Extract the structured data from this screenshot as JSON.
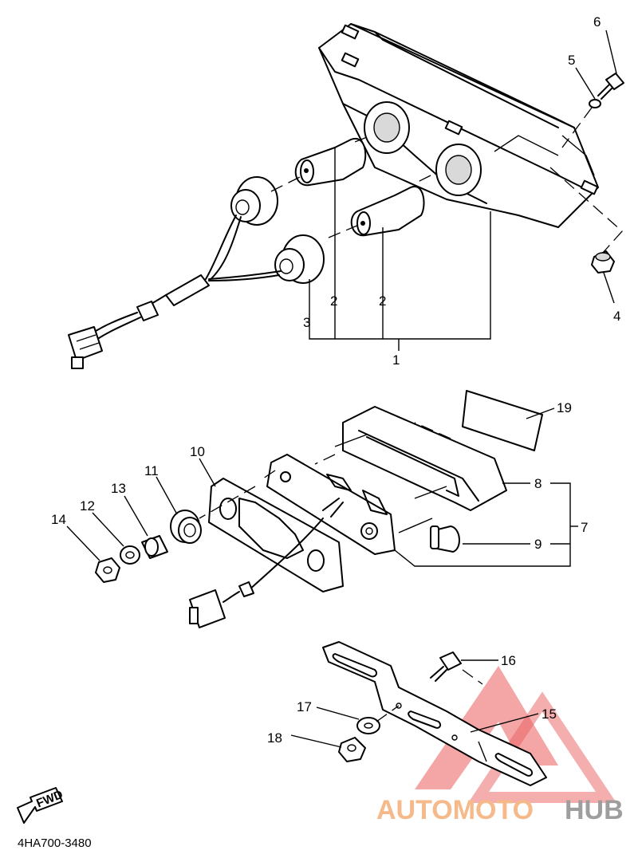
{
  "diagram_code": "4HA700-3480",
  "direction_label": "FWD",
  "watermark": {
    "text_prefix": "AUTOMOTO",
    "text_suffix": "HUB",
    "color_prefix": "#F5B98A",
    "color_suffix": "#9E9E9E",
    "logo_color": "#E84B4B"
  },
  "callouts": [
    "1",
    "2",
    "2",
    "3",
    "4",
    "5",
    "6",
    "7",
    "8",
    "9",
    "10",
    "11",
    "12",
    "13",
    "14",
    "15",
    "16",
    "17",
    "18",
    "19"
  ]
}
